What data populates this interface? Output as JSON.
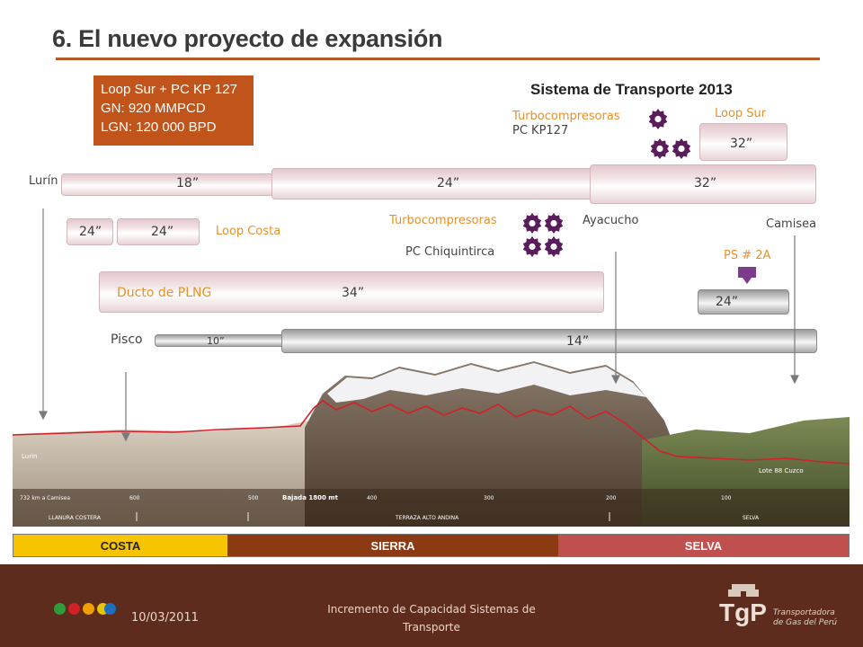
{
  "title": "6. El nuevo proyecto de expansión",
  "infobox": {
    "line1": "Loop Sur + PC KP 127",
    "line2": "GN:  920 MMPCD",
    "line3": "LGN: 120 000 BPD"
  },
  "system_title": "Sistema de Transporte 2013",
  "labels": {
    "turbo_top": "Turbocompresoras",
    "pc_kp127": "PC KP127",
    "loop_sur": "Loop Sur",
    "lurin": "Lurín",
    "loop_costa": "Loop Costa",
    "turbo_mid": "Turbocompresoras",
    "ayacucho": "Ayacucho",
    "camisea": "Camisea",
    "pc_chiquintirca": "PC Chiquintirca",
    "ps2a": "PS # 2A",
    "ducto_plng": "Ducto de PLNG",
    "pisco": "Pisco"
  },
  "pipes": {
    "loop_sur": "32”",
    "main_18": "18”",
    "main_24": "24”",
    "main_32": "32”",
    "costa_1": "24”",
    "costa_2": "24”",
    "plng": "34”",
    "ps2a": "24”",
    "pisco_10": "10”",
    "pisco_14": "14”"
  },
  "landscape": {
    "lurin": "Lurin",
    "lote": "Lote 88 Cuzco",
    "km": "732 km a Camisea",
    "t600": "600",
    "t500": "500",
    "bajada": "Bajada 1800 mt",
    "t400": "400",
    "t300": "300",
    "t200": "200",
    "t100": "100",
    "llanura": "LLANURA COSTERA",
    "terraza": "TERRAZA ALTO ANDINA",
    "selva": "SELVA"
  },
  "regions": [
    {
      "name": "COSTA",
      "color": "#f6c400",
      "text": "#222222"
    },
    {
      "name": "SIERRA",
      "color": "#8b3a14",
      "text": "#ffffff"
    },
    {
      "name": "SELVA",
      "color": "#c0504d",
      "text": "#ffffff"
    }
  ],
  "footer": {
    "date": "10/03/2011",
    "center_line1": "Incremento de Capacidad Sistemas de",
    "center_line2": "Transporte",
    "logo_mark": "TgP",
    "logo_line1": "Transportadora",
    "logo_line2": "de Gas del Perú"
  },
  "colors": {
    "accent_orange": "#e7912c",
    "infobox": "#c0541a",
    "gear": "#5a1d5c",
    "footer": "#5d2c1c"
  },
  "icons": [
    "gear-icon",
    "arrow-down-icon",
    "marker-icon",
    "tgp-logo"
  ]
}
